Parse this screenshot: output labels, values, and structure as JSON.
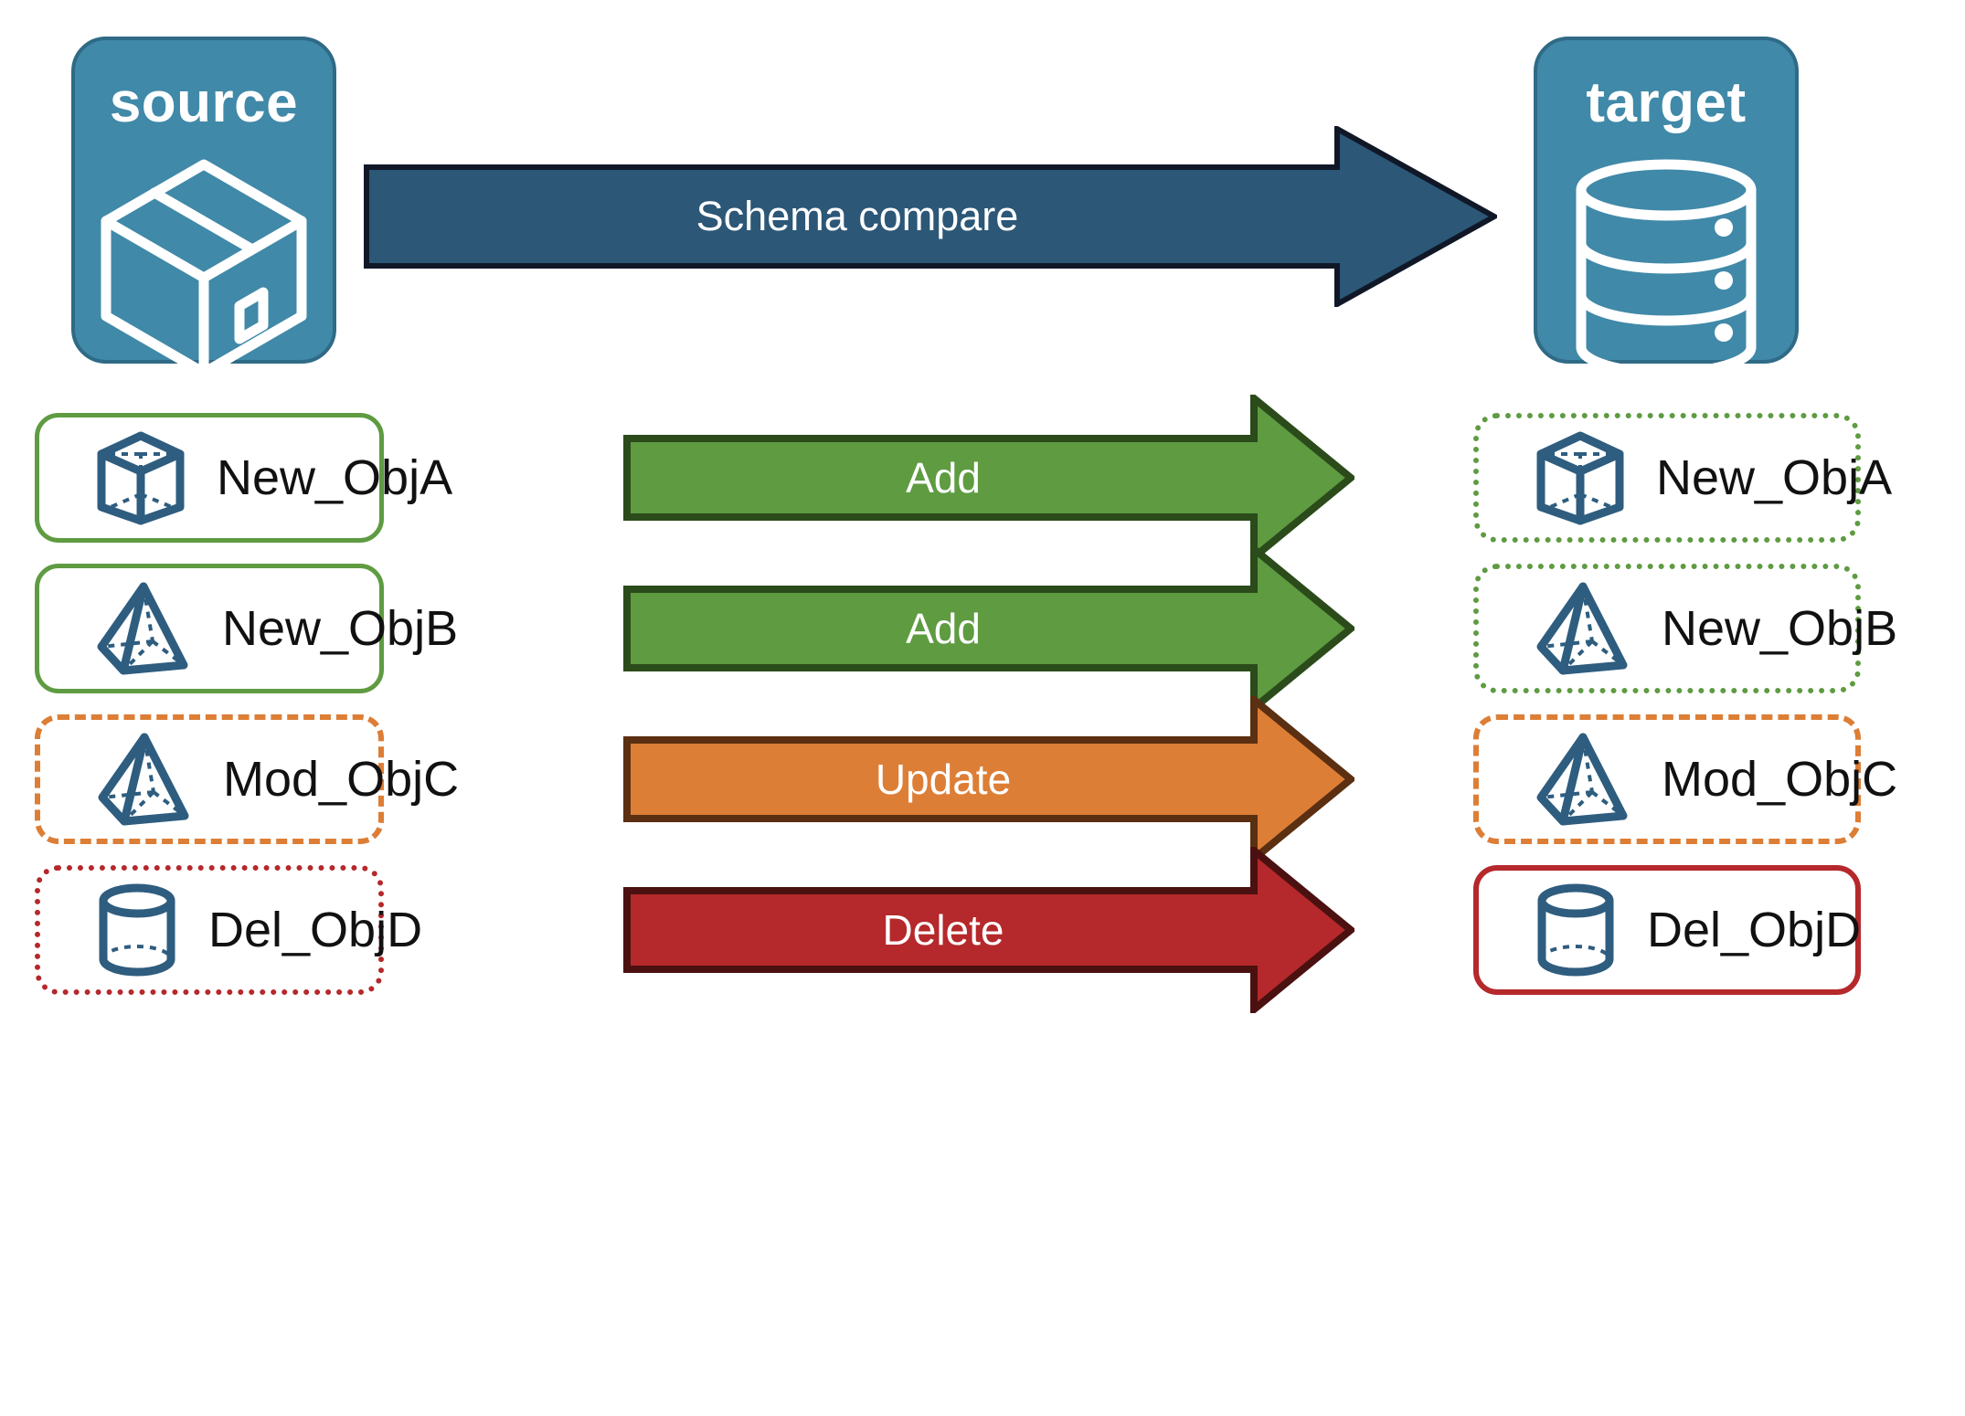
{
  "diagram": {
    "title": "Schema compare between source and target",
    "endpoints": [
      {
        "id": "source",
        "label": "source",
        "icon": "package-box-icon",
        "fill": "#4089A8",
        "stroke": "#2F6A86"
      },
      {
        "id": "target",
        "label": "target",
        "icon": "database-cylinder-icon",
        "fill": "#4089A8",
        "stroke": "#2F6A86"
      }
    ],
    "main_arrow": {
      "label": "Schema compare",
      "fill": "#2C5777",
      "stroke": "#101828",
      "text_color": "#FFFFFF"
    },
    "rows": [
      {
        "action": "Add",
        "arrow_fill": "#5E9B41",
        "arrow_stroke": "#2B4B1B",
        "source": {
          "label": "New_ObjA",
          "icon": "cube-wireframe-icon",
          "border_style": "solid",
          "border_color": "#5E9B41"
        },
        "target": {
          "label": "New_ObjA",
          "icon": "cube-wireframe-icon",
          "border_style": "dotted",
          "border_color": "#5E9B41"
        }
      },
      {
        "action": "Add",
        "arrow_fill": "#5E9B41",
        "arrow_stroke": "#2B4B1B",
        "source": {
          "label": "New_ObjB",
          "icon": "pyramid-wireframe-icon",
          "border_style": "solid",
          "border_color": "#5E9B41"
        },
        "target": {
          "label": "New_ObjB",
          "icon": "pyramid-wireframe-icon",
          "border_style": "dotted",
          "border_color": "#5E9B41"
        }
      },
      {
        "action": "Update",
        "arrow_fill": "#DD7E36",
        "arrow_stroke": "#5B2F11",
        "source": {
          "label": "Mod_ObjC",
          "icon": "pyramid-wireframe-icon",
          "border_style": "dashed",
          "border_color": "#DD7E36"
        },
        "target": {
          "label": "Mod_ObjC",
          "icon": "pyramid-wireframe-icon",
          "border_style": "dashed",
          "border_color": "#DD7E36"
        }
      },
      {
        "action": "Delete",
        "arrow_fill": "#B5282B",
        "arrow_stroke": "#4A1110",
        "source": {
          "label": "Del_ObjD",
          "icon": "cylinder-wireframe-icon",
          "border_style": "dotted",
          "border_color": "#B5282B"
        },
        "target": {
          "label": "Del_ObjD",
          "icon": "cylinder-wireframe-icon",
          "border_style": "solid",
          "border_color": "#B5282B"
        }
      }
    ],
    "colors": {
      "teal": "#4089A8",
      "navy": "#2C5777",
      "icon_blue": "#2E5D7F",
      "green": "#5E9B41",
      "orange": "#DD7E36",
      "red": "#B5282B",
      "background": "#FFFFFF"
    }
  }
}
